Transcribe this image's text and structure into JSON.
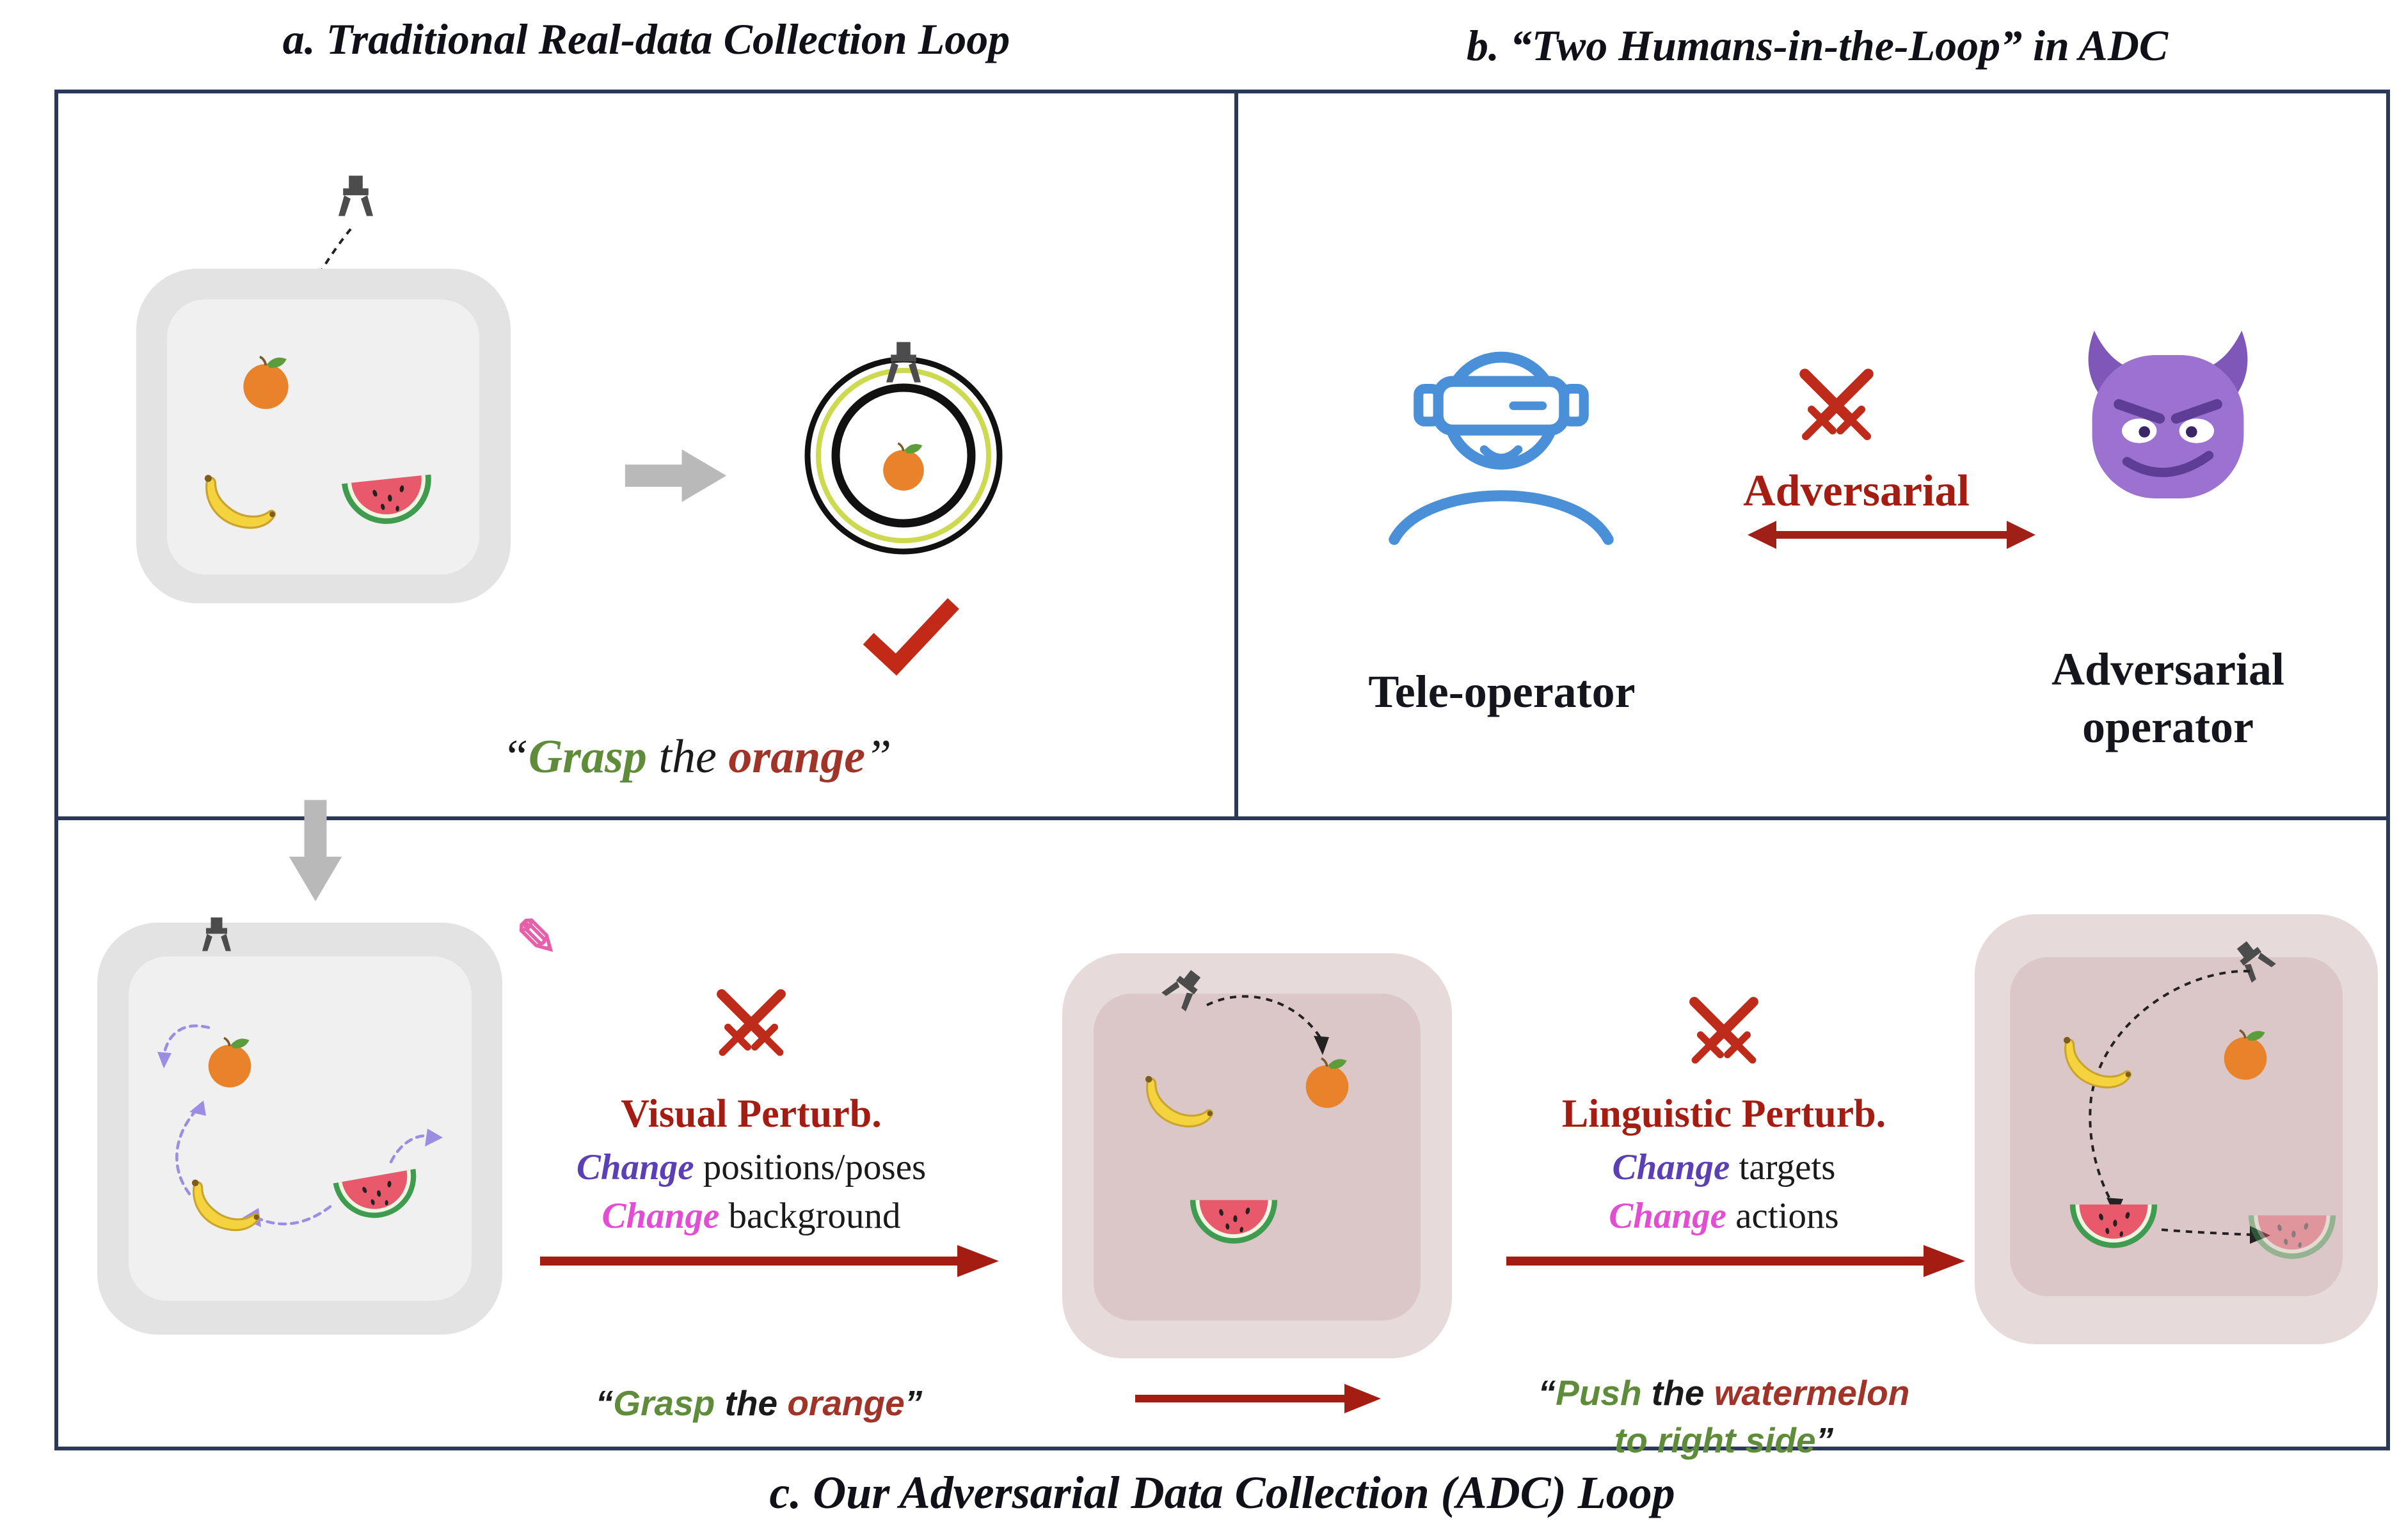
{
  "figure": {
    "panel_a_title": "a. Traditional Real-data Collection Loop",
    "panel_b_title": "b. “Two Humans-in-the-Loop” in ADC",
    "panel_c_title": "c. Our Adversarial Data Collection (ADC) Loop"
  },
  "panel_a": {
    "caption": {
      "open_quote": "“",
      "verb": "Grasp",
      "middle": " the ",
      "object": "orange",
      "close_quote": "”"
    }
  },
  "panel_b": {
    "tele_operator_label": "Tele-operator",
    "adversarial_label": "Adversarial",
    "adversarial_operator_line1": "Adversarial",
    "adversarial_operator_line2": "operator"
  },
  "panel_c": {
    "visual_perturb": {
      "title": "Visual Perturb.",
      "change1": "Change",
      "rest1": " positions/poses",
      "change2": "Change",
      "rest2": " background"
    },
    "linguistic_perturb": {
      "title": "Linguistic Perturb.",
      "change1": "Change",
      "rest1": " targets",
      "change2": "Change",
      "rest2": " actions"
    },
    "grasp_caption": {
      "open_quote": "“",
      "verb": "Grasp",
      "middle": " the ",
      "object": "orange",
      "close_quote": "”"
    },
    "push_caption": {
      "open_quote": "“",
      "verb": "Push",
      "middle": " the ",
      "object": "watermelon",
      "line2_action": "to right side",
      "close_quote": "”"
    }
  },
  "icons": {
    "pencil_glyph": "✎",
    "gripper": "robot-gripper",
    "crossed_swords": "crossed-swords",
    "checkmark": "check-mark",
    "vr_person": "tele-operator-vr-headset",
    "devil": "purple-devil-face"
  },
  "colors": {
    "border_navy": "#2b3a5a",
    "dark_red": "#a51d12",
    "brick_red": "#a03428",
    "green": "#5f8c3a",
    "purple": "#5b3fb5",
    "magenta": "#e24ed2",
    "blue": "#4a90d8",
    "devil_purple": "#9b72d0",
    "swords_red": "#bf2b1a",
    "gray_arrow": "#b9b9b9"
  }
}
